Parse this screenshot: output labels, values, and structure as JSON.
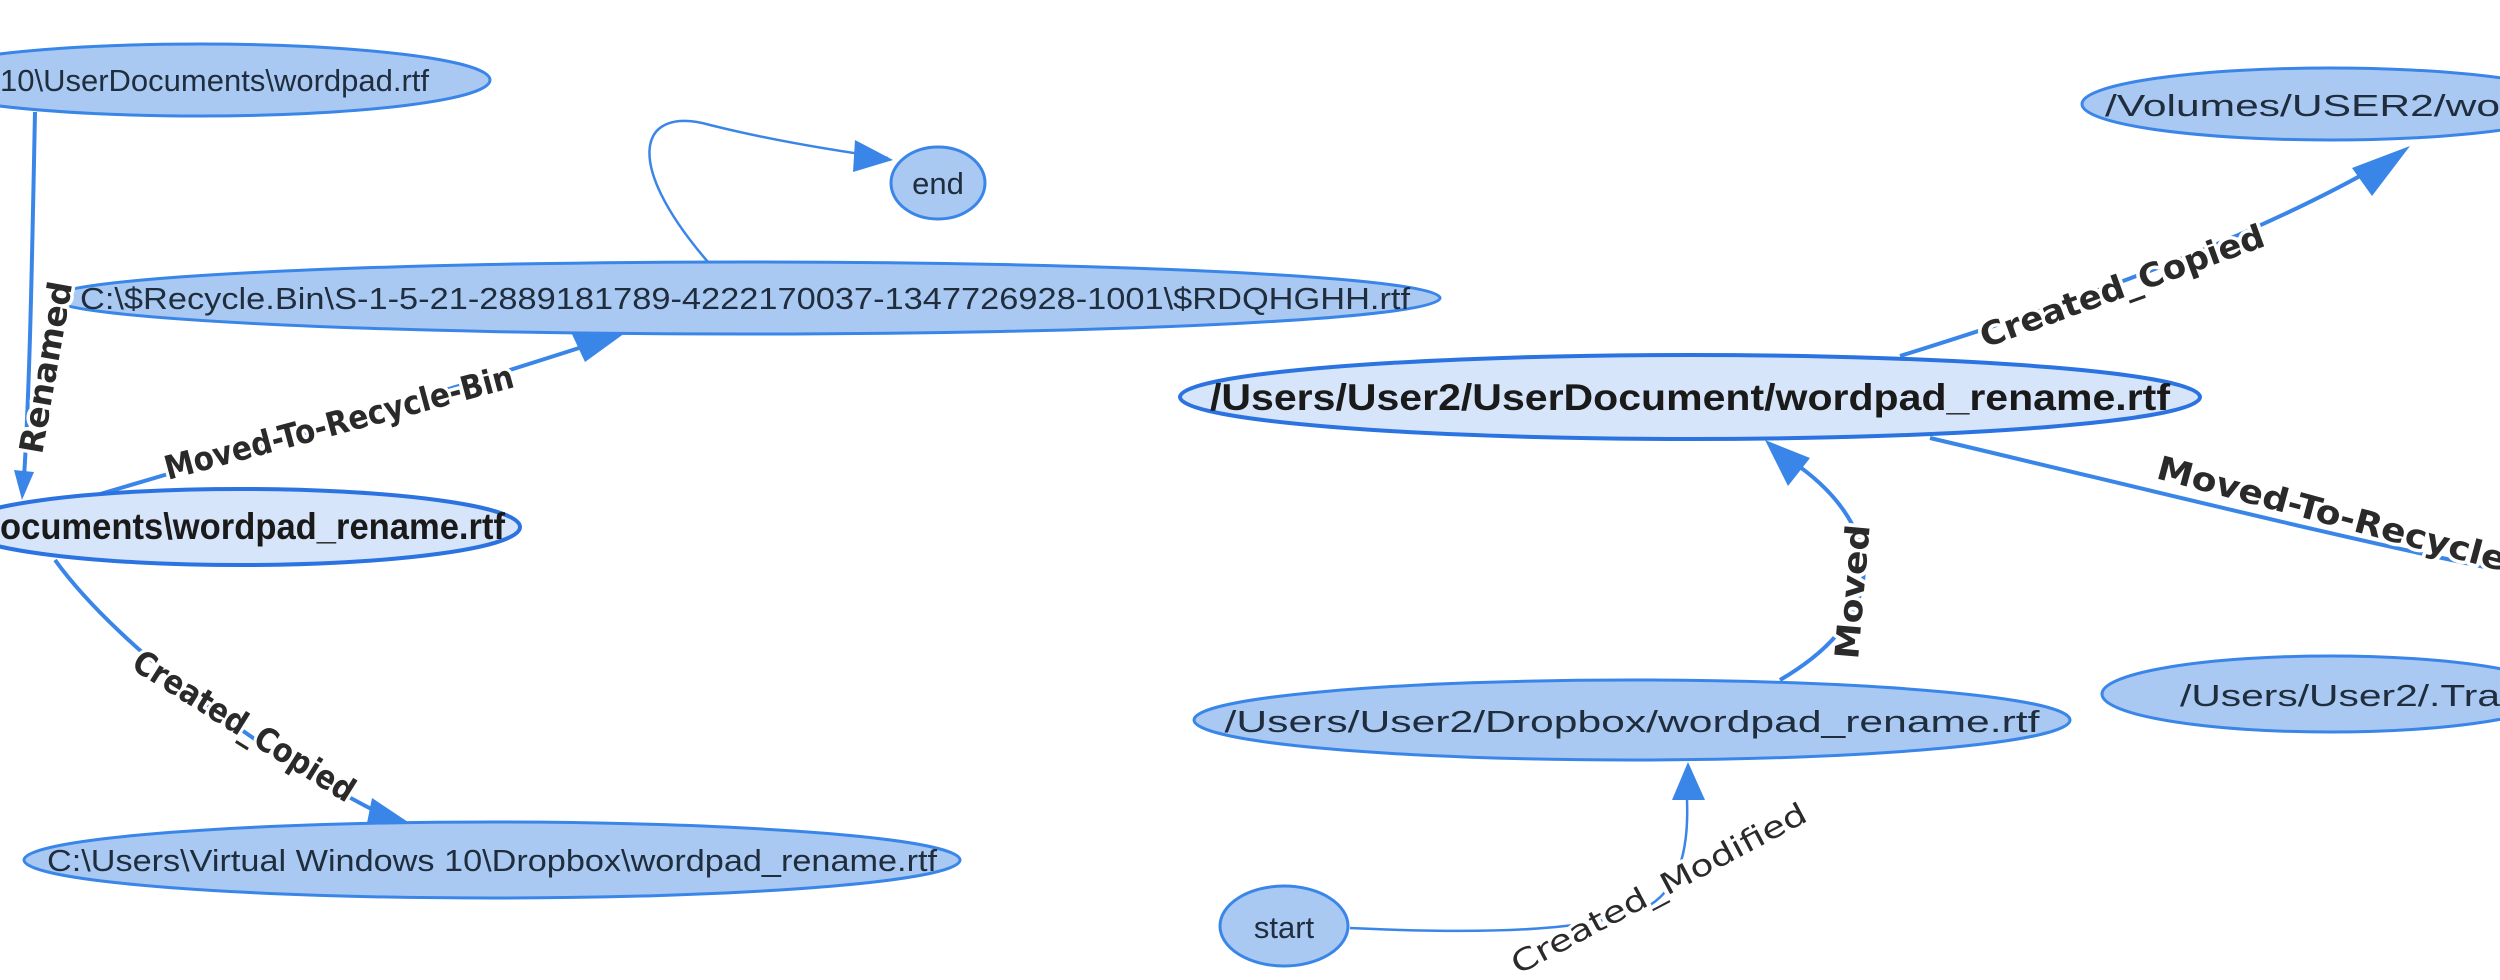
{
  "colors": {
    "node_fill": "#a9c9f3",
    "node_stroke": "#3a86e8",
    "edge": "#3a86e8",
    "highlight_fill": "#d6e5fa"
  },
  "left_graph": {
    "nodes": {
      "source_file": "10\\UserDocuments\\wordpad.rtf",
      "end": "end",
      "recycle_bin": "C:\\$Recycle.Bin\\S-1-5-21-2889181789-4222170037-1347726928-1001\\$RDQHGHH.rtf",
      "renamed_file": "ocuments\\wordpad_rename.rtf",
      "dropbox_file": "C:\\Users\\Virtual Windows 10\\Dropbox\\wordpad_rename.rtf"
    },
    "edges": {
      "renamed": "Renamed",
      "moved_to_recycle_bin": "Moved-To-Recycle-Bin",
      "created_copied": "Created_Copied"
    }
  },
  "right_graph": {
    "nodes": {
      "volumes": "/Volumes/USER2/wo",
      "user_document": "/Users/User2/UserDocument/wordpad_rename.rtf",
      "dropbox": "/Users/User2/Dropbox/wordpad_rename.rtf",
      "trash": "/Users/User2/.Tra",
      "start": "start"
    },
    "edges": {
      "created_copied": "Created_Copied",
      "moved_to_recycle": "Moved-To-Recycle",
      "moved": "Moved",
      "created_modified": "Created_Modified"
    }
  }
}
